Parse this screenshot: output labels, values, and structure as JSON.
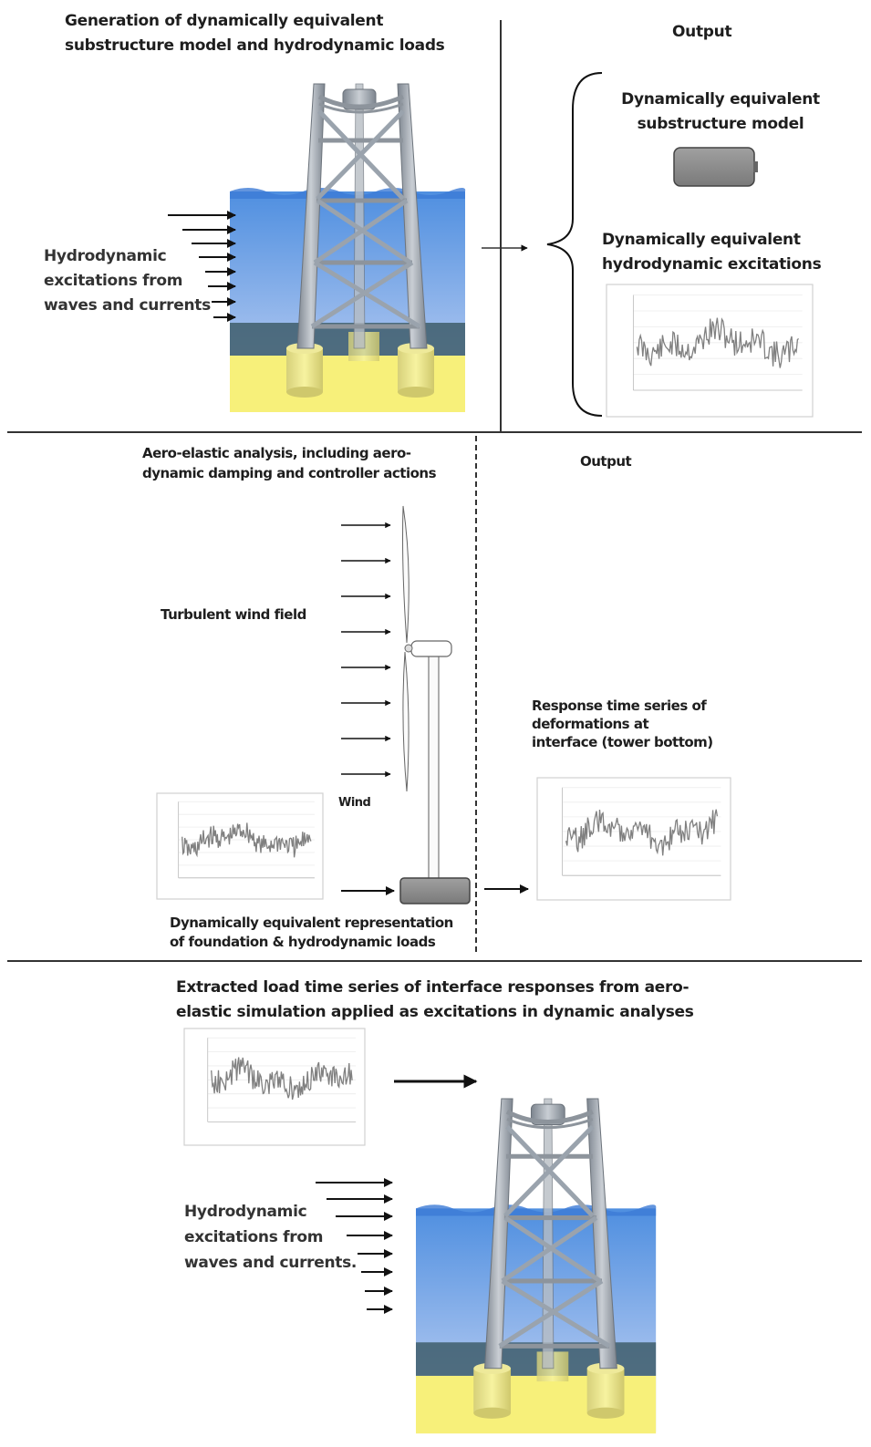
{
  "section1": {
    "heading_line1": "Generation of dynamically equivalent",
    "heading_line2": "substructure model and hydrodynamic loads",
    "output_label": "Output",
    "excitation_line1": "Hydrodynamic",
    "excitation_line2": "excitations from",
    "excitation_line3": "waves and currents",
    "model_title_line1": "Dynamically equivalent",
    "model_title_line2": "substructure model",
    "excitation_title_line1": "Dynamically equivalent",
    "excitation_title_line2": "hydrodynamic excitations"
  },
  "section2": {
    "heading_line1": "Aero-elastic analysis,  including aero-",
    "heading_line2": "dynamic damping and controller actions",
    "output_label": "Output",
    "wind_field_label": "Turbulent wind field",
    "wind_label": "Wind",
    "response_line1": "Response time series of",
    "response_line2": "deformations at",
    "response_line3": "interface (tower bottom)",
    "foundation_line1": "Dynamically equivalent representation",
    "foundation_line2": "of foundation & hydrodynamic loads"
  },
  "section3": {
    "heading_line1": "Extracted load time series of interface responses from aero-",
    "heading_line2": "elastic simulation applied as excitations in dynamic analyses",
    "excitation_line1": "Hydrodynamic",
    "excitation_line2": "excitations from",
    "excitation_line3": "waves and currents."
  },
  "colors": {
    "water_top": "#4f8fe0",
    "water_bottom": "#c8d6f5",
    "seabed": "#f7f07a",
    "structure": "#9aa3ad",
    "block": "#8a8a8a",
    "signal": "#808080"
  }
}
